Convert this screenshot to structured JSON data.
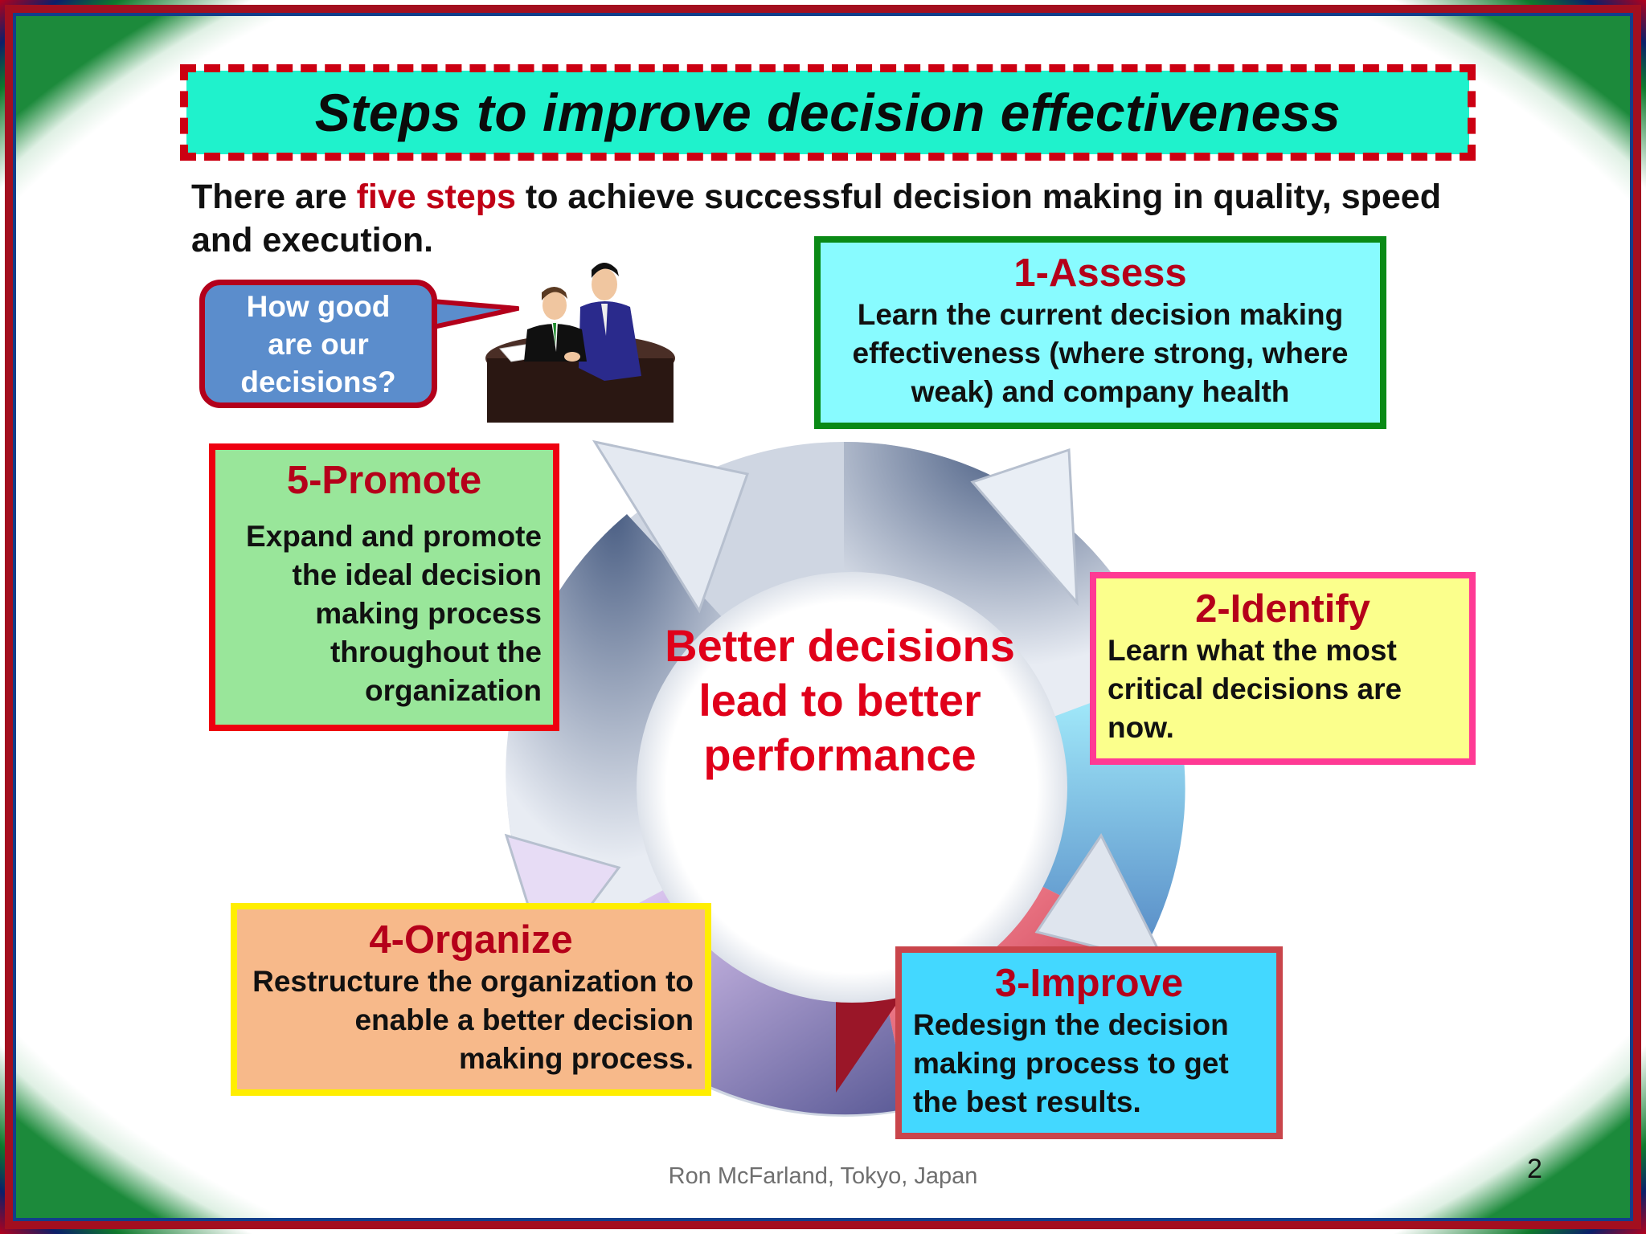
{
  "title": "Steps to improve decision effectiveness",
  "intro": {
    "before": "There are ",
    "highlight": "five steps",
    "after": " to achieve successful decision making in quality, speed and execution."
  },
  "bubble": {
    "text": "How good are our decisions?"
  },
  "center": {
    "text": "Better decisions lead to better performance"
  },
  "steps": {
    "assess": {
      "title": "1-Assess",
      "body": "Learn the current decision making effectiveness (where strong, where weak) and company health"
    },
    "identify": {
      "title": "2-Identify",
      "body": "Learn what the most critical decisions are now."
    },
    "improve": {
      "title": "3-Improve",
      "body": "Redesign the decision making process to get the best results."
    },
    "organize": {
      "title": "4-Organize",
      "body": "Restructure the organization to enable a better decision making process."
    },
    "promote": {
      "title": "5-Promote",
      "body": "Expand and promote the ideal decision making process throughout the organization"
    }
  },
  "footer": "Ron McFarland, Tokyo, Japan",
  "page_number": "2",
  "colors": {
    "title_bg": "#1ff2cc",
    "dash_red": "#cc0012",
    "accent_red": "#c00016",
    "assess_bg": "#88fbff",
    "identify_bg": "#fbff8c",
    "improve_bg": "#43d8ff",
    "organize_bg": "#f7b98a",
    "promote_bg": "#99e69a"
  },
  "icons": [
    "speech-bubble-icon",
    "businessmen-clipart-icon",
    "cycle-arrows-icon"
  ]
}
